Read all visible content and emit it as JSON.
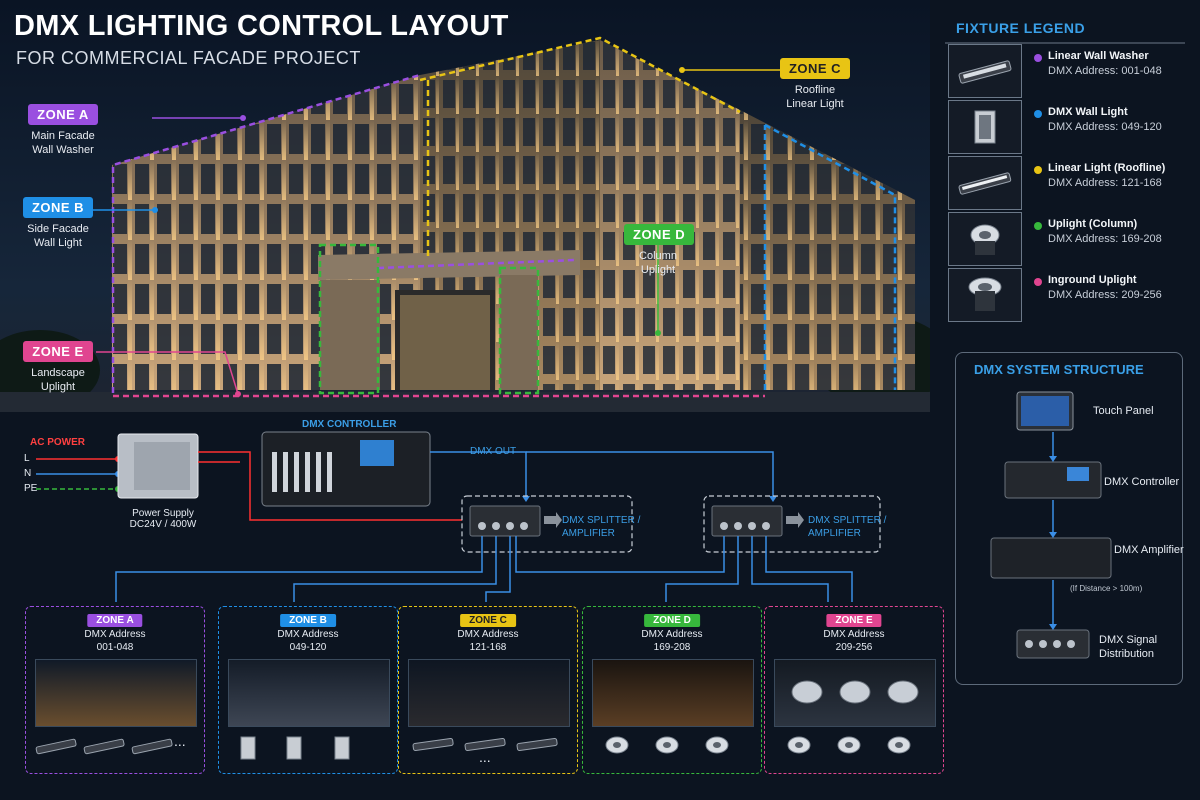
{
  "header": {
    "title": "DMX LIGHTING CONTROL LAYOUT",
    "subtitle": "FOR COMMERCIAL FACADE PROJECT"
  },
  "colors": {
    "zone_a": "#9a4fe0",
    "zone_b": "#1f8fe6",
    "zone_c": "#e8c414",
    "zone_d": "#37b83c",
    "zone_e": "#e04590",
    "accent_blue": "#3aa0e8",
    "power_red": "#ff3030"
  },
  "zones": [
    {
      "badge": "ZONE A",
      "desc1": "Main Facade",
      "desc2": "Wall Washer"
    },
    {
      "badge": "ZONE B",
      "desc1": "Side Facade",
      "desc2": "Wall Light"
    },
    {
      "badge": "ZONE C",
      "desc1": "Roofline",
      "desc2": "Linear Light"
    },
    {
      "badge": "ZONE D",
      "desc1": "Column",
      "desc2": "Uplight"
    },
    {
      "badge": "ZONE E",
      "desc1": "Landscape",
      "desc2": "Uplight"
    }
  ],
  "legend": {
    "title": "FIXTURE LEGEND",
    "items": [
      {
        "name": "Linear Wall Washer",
        "address": "DMX Address: 001-048"
      },
      {
        "name": "DMX Wall Light",
        "address": "DMX Address: 049-120"
      },
      {
        "name": "Linear Light (Roofline)",
        "address": "DMX Address: 121-168"
      },
      {
        "name": "Uplight (Column)",
        "address": "DMX Address: 169-208"
      },
      {
        "name": "Inground Uplight",
        "address": "DMX Address: 209-256"
      }
    ]
  },
  "wiring": {
    "ac_power": "AC POWER",
    "l": "L",
    "n": "N",
    "pe": "PE",
    "psu_line1": "Power Supply",
    "psu_line2": "DC24V / 400W",
    "controller": "DMX CONTROLLER",
    "dmx_out": "DMX OUT",
    "splitter_line1": "DMX SPLITTER /",
    "splitter_line2": "AMPLIFIER"
  },
  "cards": [
    {
      "badge": "ZONE A",
      "label": "DMX Address",
      "range": "001-048",
      "more": "..."
    },
    {
      "badge": "ZONE B",
      "label": "DMX Address",
      "range": "049-120",
      "more": ""
    },
    {
      "badge": "ZONE C",
      "label": "DMX Address",
      "range": "121-168",
      "more": "..."
    },
    {
      "badge": "ZONE D",
      "label": "DMX Address",
      "range": "169-208",
      "more": ""
    },
    {
      "badge": "ZONE E",
      "label": "DMX Address",
      "range": "209-256",
      "more": ""
    }
  ],
  "system": {
    "title": "DMX SYSTEM STRUCTURE",
    "touch_panel": "Touch Panel",
    "controller": "DMX Controller",
    "amplifier": "DMX Amplifier",
    "note": "(If Distance > 100m)",
    "distribution1": "DMX Signal",
    "distribution2": "Distribution"
  }
}
